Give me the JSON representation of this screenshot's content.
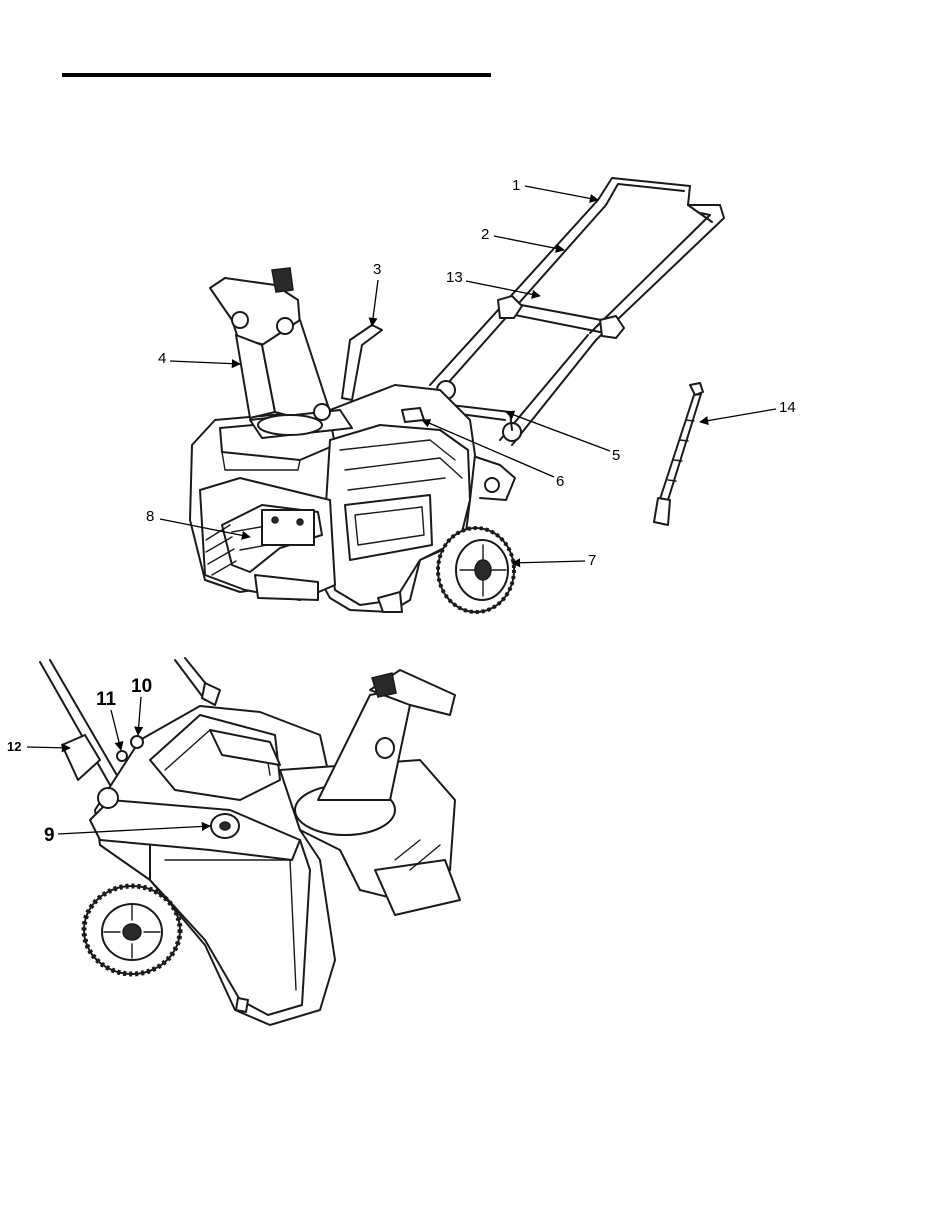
{
  "figure": {
    "callouts_top": [
      "1",
      "2",
      "3",
      "4",
      "5",
      "6",
      "7",
      "8",
      "13",
      "14"
    ],
    "callouts_bottom": [
      "9",
      "10",
      "11",
      "12"
    ]
  }
}
